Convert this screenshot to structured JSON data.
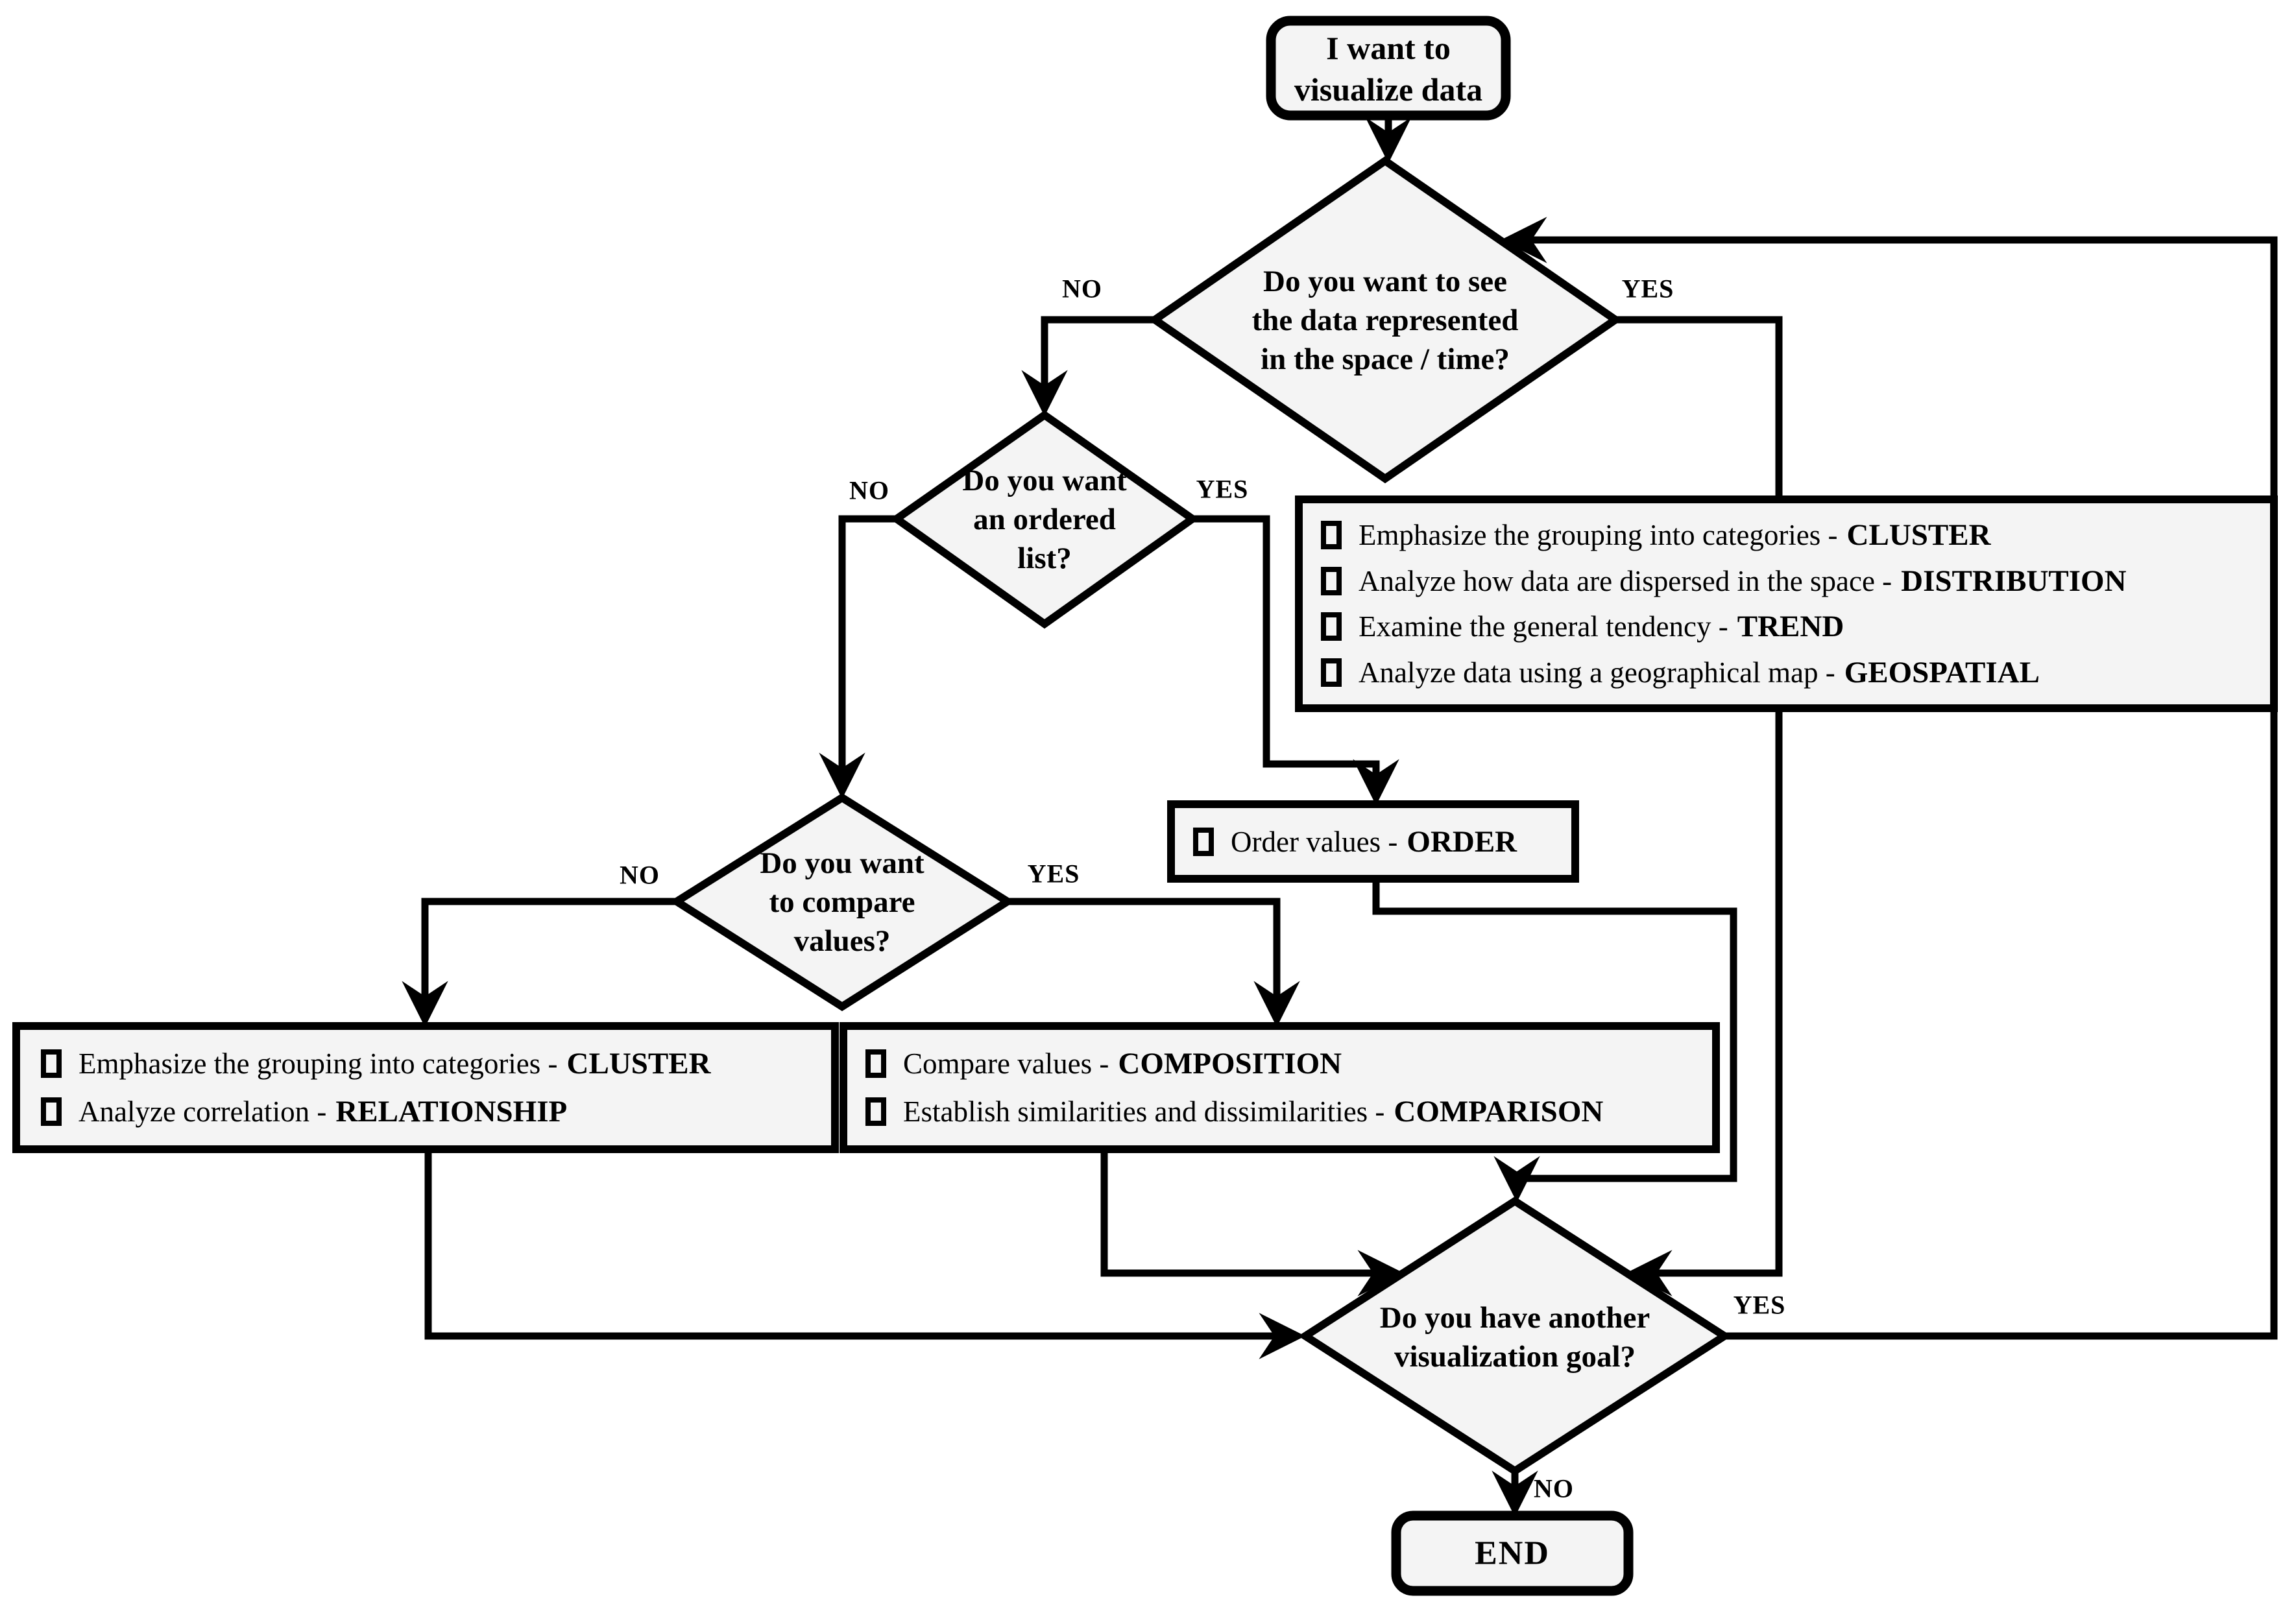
{
  "colors": {
    "shape_fill": "#f4f4f4",
    "line": "#000000",
    "background": "#ffffff"
  },
  "start": {
    "label": "I want to\nvisualize data"
  },
  "decisions": {
    "space_time": {
      "question": "Do you want to see\nthe data represented\nin the space / time?",
      "yes_label": "YES",
      "no_label": "NO"
    },
    "ordered_list": {
      "question": "Do you want\nan ordered\nlist?",
      "yes_label": "YES",
      "no_label": "NO"
    },
    "compare_values": {
      "question": "Do you want\nto compare\nvalues?",
      "yes_label": "YES",
      "no_label": "NO"
    },
    "another_goal": {
      "question": "Do you have another\nvisualization goal?",
      "yes_label": "YES",
      "no_label": "NO"
    }
  },
  "option_boxes": {
    "space_time_goals": {
      "items": [
        {
          "label": "Emphasize the grouping into categories -",
          "keyword": "CLUSTER"
        },
        {
          "label": "Analyze how data are dispersed in the space -",
          "keyword": "DISTRIBUTION"
        },
        {
          "label": "Examine the general tendency -",
          "keyword": "TREND"
        },
        {
          "label": "Analyze data using a geographical map -",
          "keyword": "GEOSPATIAL"
        }
      ]
    },
    "order_goal": {
      "items": [
        {
          "label": "Order values -",
          "keyword": "ORDER"
        }
      ]
    },
    "no_compare_goals": {
      "items": [
        {
          "label": "Emphasize the grouping into categories -",
          "keyword": "CLUSTER"
        },
        {
          "label": "Analyze correlation -",
          "keyword": "RELATIONSHIP"
        }
      ]
    },
    "compare_goals": {
      "items": [
        {
          "label": "Compare values -",
          "keyword": "COMPOSITION"
        },
        {
          "label": "Establish similarities and dissimilarities -",
          "keyword": "COMPARISON"
        }
      ]
    }
  },
  "end": {
    "label": "END"
  }
}
